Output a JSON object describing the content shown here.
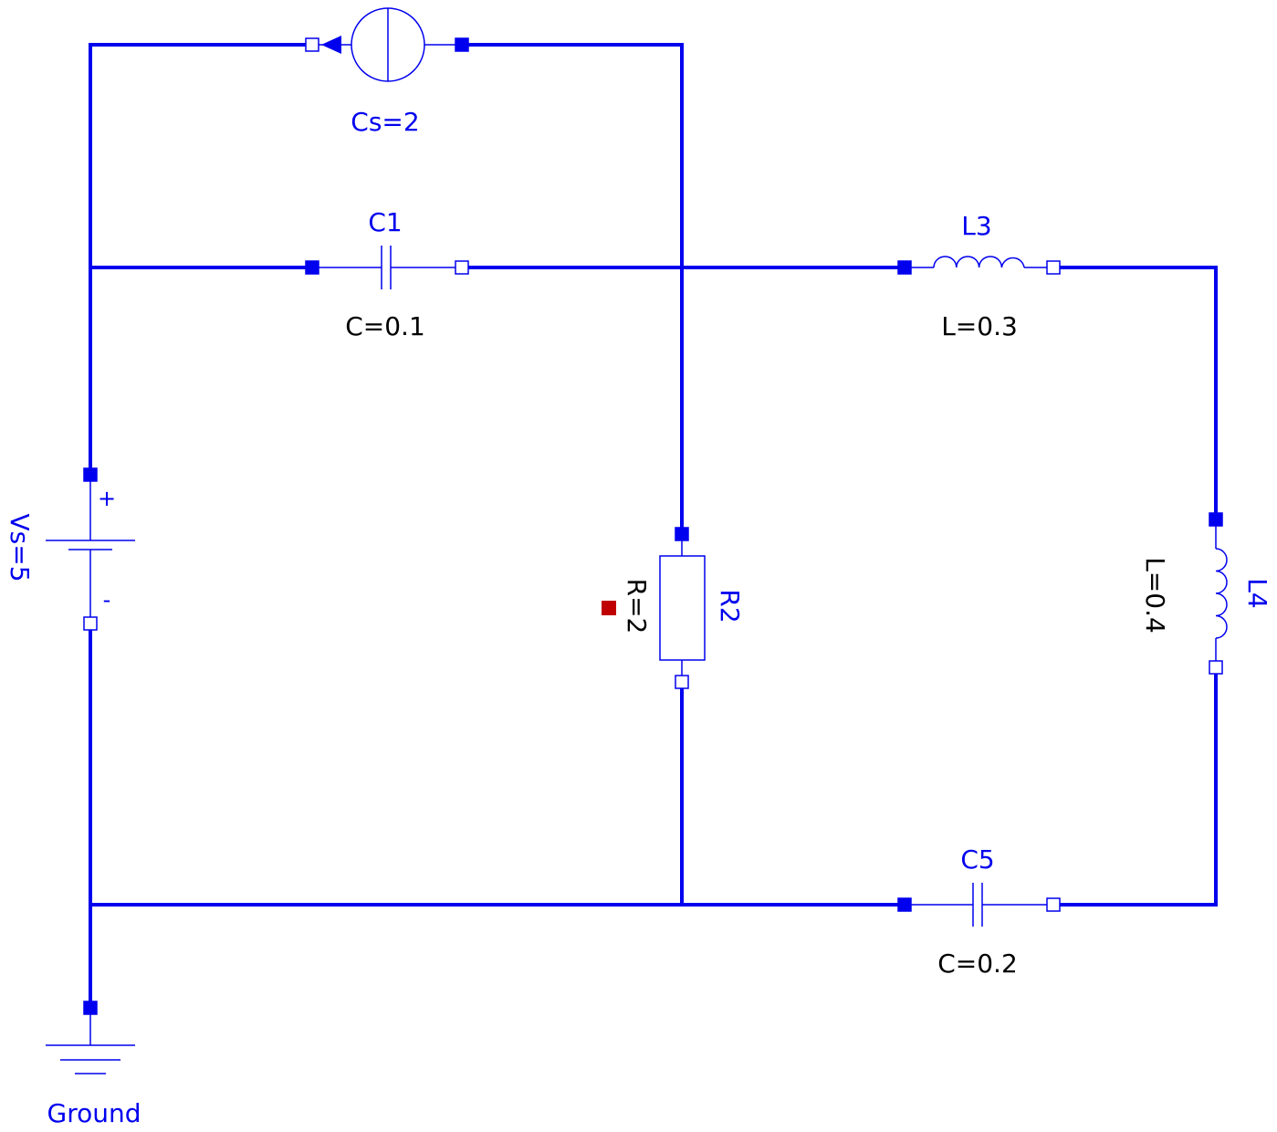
{
  "diagram": {
    "colors": {
      "wire": "#0000ee",
      "component_label": "#0000ee",
      "parameter_label": "#000000",
      "selection_marker": "#c00000",
      "background": "#ffffff"
    },
    "components": {
      "current_source": {
        "name": "",
        "param": "Cs=2"
      },
      "capacitor_c1": {
        "name": "C1",
        "param": "C=0.1"
      },
      "inductor_l3": {
        "name": "L3",
        "param": "L=0.3"
      },
      "voltage_source": {
        "name": "Vs=5",
        "param": "",
        "plus": "+",
        "minus": "-"
      },
      "resistor_r2": {
        "name": "R2",
        "param": "R=2"
      },
      "inductor_l4": {
        "name": "L4",
        "param": "L=0.4"
      },
      "capacitor_c5": {
        "name": "C5",
        "param": "C=0.2"
      },
      "ground": {
        "name": "Ground"
      }
    }
  }
}
